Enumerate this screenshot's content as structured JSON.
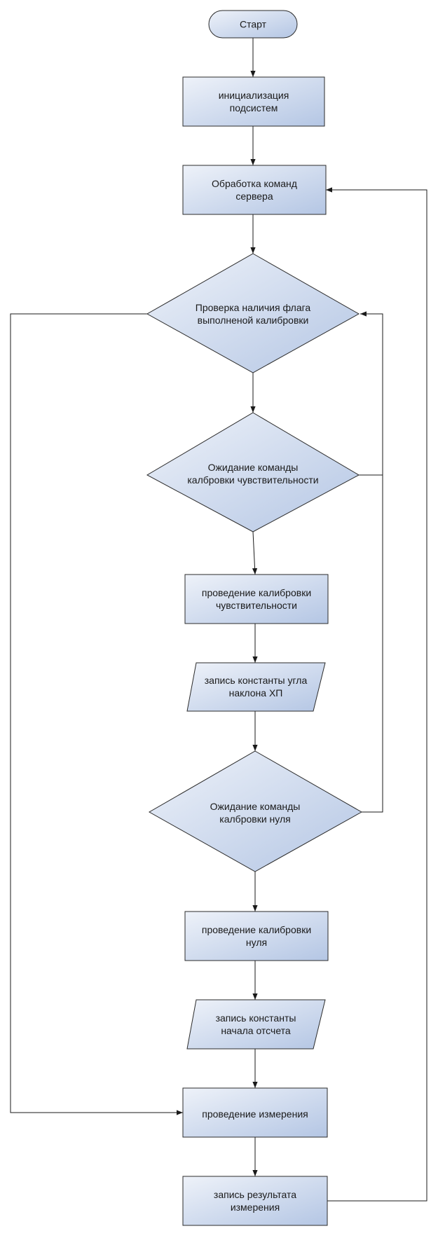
{
  "nodes": {
    "start": {
      "lines": [
        "Старт"
      ]
    },
    "init": {
      "lines": [
        "инициализация",
        "подсистем"
      ]
    },
    "process_cmds": {
      "lines": [
        "Обработка команд",
        "сервера"
      ]
    },
    "check_flag": {
      "lines": [
        "Проверка наличия флага",
        "выполненой калибровки"
      ]
    },
    "wait_sens": {
      "lines": [
        "Ожидание команды",
        "калбровки чувствительности"
      ]
    },
    "do_sens": {
      "lines": [
        "проведение калибровки",
        "чувствительности"
      ]
    },
    "write_slope": {
      "lines": [
        "запись константы угла",
        "наклона ХП"
      ]
    },
    "wait_zero": {
      "lines": [
        "Ожидание команды",
        "калбровки нуля"
      ]
    },
    "do_zero": {
      "lines": [
        "проведение калибровки",
        "нуля"
      ]
    },
    "write_origin": {
      "lines": [
        "запись константы",
        "начала отсчета"
      ]
    },
    "measure": {
      "lines": [
        "проведение измерения"
      ]
    },
    "write_result": {
      "lines": [
        "запись результата",
        "измерения"
      ]
    }
  },
  "colors": {
    "fill_light": "#eef2f9",
    "fill_dark": "#b4c6e4",
    "stroke": "#2b2b2b"
  }
}
